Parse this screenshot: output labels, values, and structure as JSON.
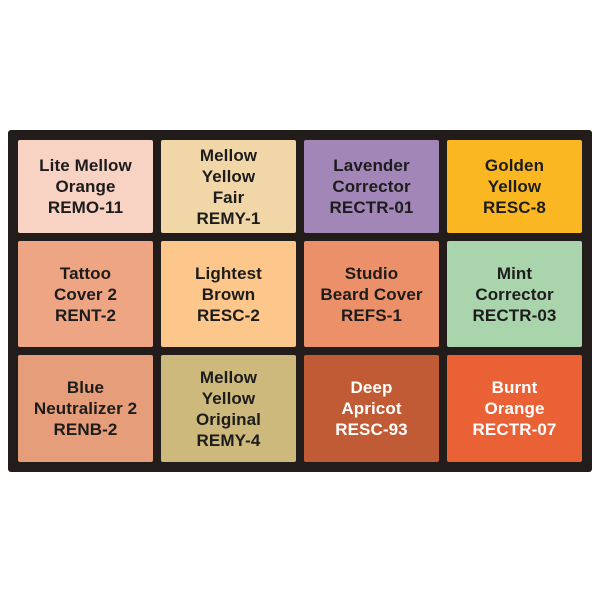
{
  "page": {
    "background": "#ffffff",
    "frame_color": "#221d1a",
    "default_text_color": "#1c1c1c"
  },
  "chart_data": {
    "type": "table",
    "title": "",
    "rows": 3,
    "columns": 4,
    "cells": [
      {
        "name": "Lite Mellow Orange",
        "code": "REMO-11",
        "lines": [
          "Lite Mellow",
          "Orange",
          "REMO-11"
        ],
        "bg": "#f8d2c3",
        "text": "#1c1c1c"
      },
      {
        "name": "Mellow Yellow Fair",
        "code": "REMY-1",
        "lines": [
          "Mellow",
          "Yellow",
          "Fair",
          "REMY-1"
        ],
        "bg": "#f1d7a8",
        "text": "#1c1c1c"
      },
      {
        "name": "Lavender Corrector",
        "code": "RECTR-01",
        "lines": [
          "Lavender",
          "Corrector",
          "RECTR-01"
        ],
        "bg": "#a286b8",
        "text": "#1c1c1c"
      },
      {
        "name": "Golden Yellow",
        "code": "RESC-8",
        "lines": [
          "Golden",
          "Yellow",
          "RESC-8"
        ],
        "bg": "#fab722",
        "text": "#1c1c1c"
      },
      {
        "name": "Tattoo Cover 2",
        "code": "RENT-2",
        "lines": [
          "Tattoo",
          "Cover 2",
          "RENT-2"
        ],
        "bg": "#eda584",
        "text": "#1c1c1c"
      },
      {
        "name": "Lightest Brown",
        "code": "RESC-2",
        "lines": [
          "Lightest",
          "Brown",
          "RESC-2"
        ],
        "bg": "#fdc68a",
        "text": "#1c1c1c"
      },
      {
        "name": "Studio Beard Cover",
        "code": "REFS-1",
        "lines": [
          "Studio",
          "Beard Cover",
          "REFS-1"
        ],
        "bg": "#ec9069",
        "text": "#1c1c1c"
      },
      {
        "name": "Mint Corrector",
        "code": "RECTR-03",
        "lines": [
          "Mint",
          "Corrector",
          "RECTR-03"
        ],
        "bg": "#aad4ab",
        "text": "#1c1c1c"
      },
      {
        "name": "Blue Neutralizer 2",
        "code": "RENB-2",
        "lines": [
          "Blue",
          "Neutralizer 2",
          "RENB-2"
        ],
        "bg": "#e59d7a",
        "text": "#1c1c1c"
      },
      {
        "name": "Mellow Yellow Original",
        "code": "REMY-4",
        "lines": [
          "Mellow",
          "Yellow",
          "Original",
          "REMY-4"
        ],
        "bg": "#cdb97b",
        "text": "#1c1c1c"
      },
      {
        "name": "Deep Apricot",
        "code": "RESC-93",
        "lines": [
          "Deep",
          "Apricot",
          "RESC-93"
        ],
        "bg": "#c15b35",
        "text": "#ffffff"
      },
      {
        "name": "Burnt Orange",
        "code": "RECTR-07",
        "lines": [
          "Burnt",
          "Orange",
          "RECTR-07"
        ],
        "bg": "#eb6136",
        "text": "#ffffff"
      }
    ]
  }
}
